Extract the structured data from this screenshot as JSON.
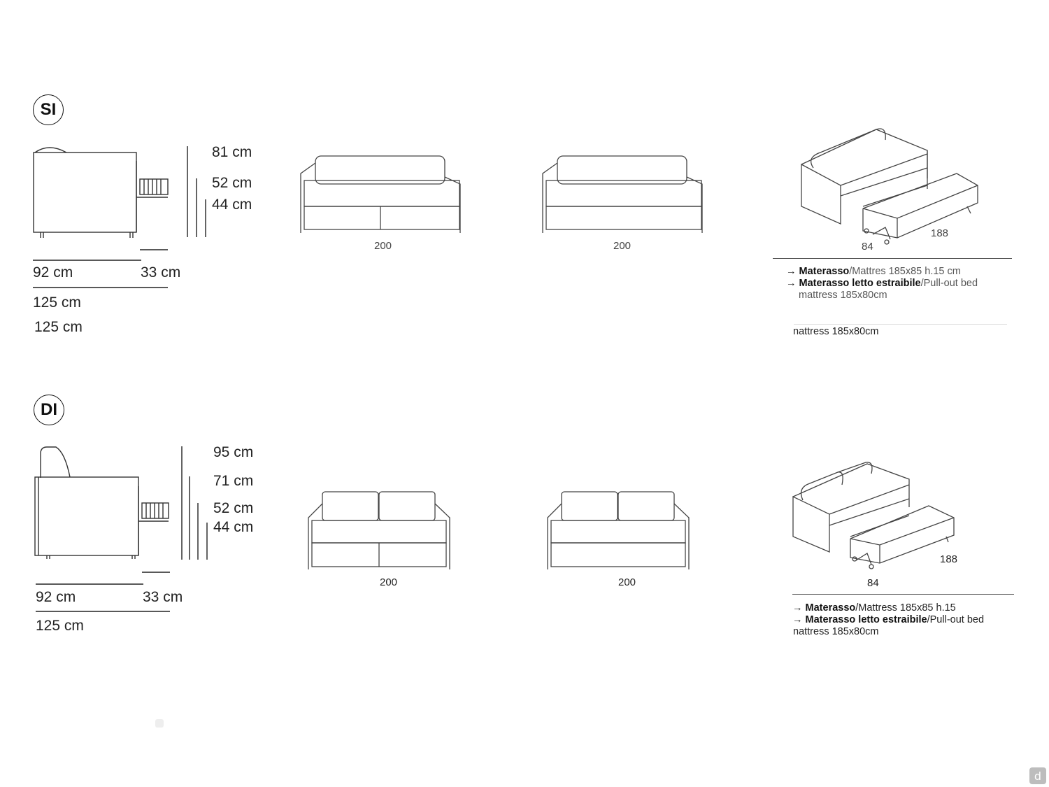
{
  "sections": [
    {
      "badge": "SI",
      "side_dims": {
        "h_total": "81 cm",
        "h_armrest": "52 cm",
        "h_seat": "44 cm",
        "depth": "92 cm",
        "shelf": "33 cm",
        "depth_open": "125 cm",
        "depth_open_dup": "125 cm"
      },
      "front_width_1": "200",
      "front_width_2": "200",
      "iso_depth": "84",
      "iso_length": "188",
      "note": {
        "line1_bold": "Materasso",
        "line1_rest": "/Mattres 185x85 h.15 cm",
        "line2_bold": "Materasso letto estraibile",
        "line2_rest": "/Pull-out bed",
        "line3": "mattress 185x80cm",
        "line3_dup": "nattress 185x80cm"
      }
    },
    {
      "badge": "DI",
      "side_dims": {
        "h_total": "95 cm",
        "h_back": "71 cm",
        "h_armrest": "52 cm",
        "h_seat": "44 cm",
        "depth": "92 cm",
        "shelf": "33 cm",
        "depth_open": "125 cm"
      },
      "front_width_1": "200",
      "front_width_2": "200",
      "iso_depth": "84",
      "iso_length": "188",
      "note": {
        "line1_bold": "Materasso",
        "line1_rest": "/Mattress 185x85 h.15",
        "line2_bold": "Materasso letto estraibile",
        "line2_rest": "/Pull-out bed",
        "line3": "nattress 185x80cm"
      }
    }
  ],
  "icons": [
    "arrow-right-icon",
    "brand-logo-icon"
  ],
  "colors": {
    "line": "#333333",
    "text": "#222222",
    "logo": "#bdbdbd"
  }
}
